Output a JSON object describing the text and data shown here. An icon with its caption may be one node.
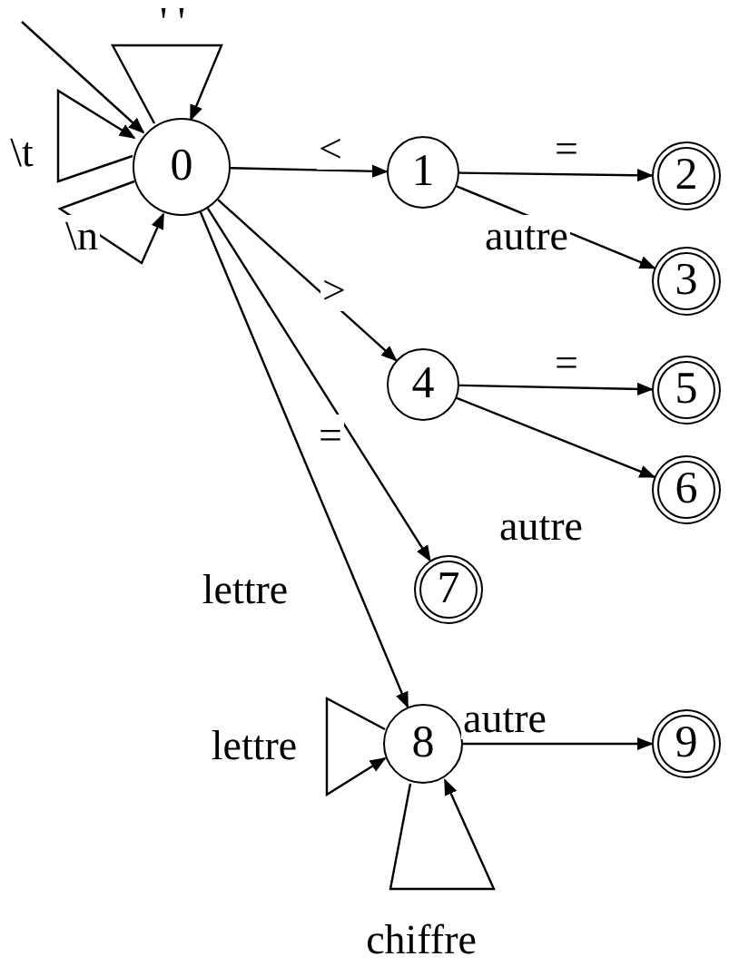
{
  "diagram": {
    "nodes": [
      {
        "text": [
          "0"
        ]
      },
      {
        "text": [
          "1"
        ]
      },
      {
        "text": [
          "2"
        ]
      },
      {
        "text": [
          "3"
        ]
      },
      {
        "text": [
          "4"
        ]
      },
      {
        "text": [
          "5"
        ]
      },
      {
        "text": [
          "6"
        ]
      },
      {
        "text": [
          "7"
        ]
      },
      {
        "text": [
          "8"
        ]
      },
      {
        "text": [
          "9"
        ]
      }
    ],
    "edges": [
      {
        "from": null,
        "to": 0,
        "arrow": "to"
      },
      {
        "from": 0,
        "to": 0,
        "label": "' '",
        "arrow": "to"
      },
      {
        "from": 0,
        "to": 0,
        "label": "\\t",
        "arrow": "to"
      },
      {
        "from": 0,
        "to": 0,
        "label": "\\n",
        "arrow": "to"
      },
      {
        "from": 0,
        "to": 1,
        "label": "<",
        "arrow": "to"
      },
      {
        "from": 1,
        "to": 2,
        "label": "=",
        "arrow": "to"
      },
      {
        "from": 1,
        "to": 3,
        "label": "autre",
        "arrow": "to"
      },
      {
        "from": 0,
        "to": 4,
        "label": ">",
        "arrow": "to"
      },
      {
        "from": 4,
        "to": 5,
        "label": "=",
        "arrow": "to"
      },
      {
        "from": 4,
        "to": 6,
        "label": "autre",
        "arrow": "to"
      },
      {
        "from": 0,
        "to": 7,
        "label": "=",
        "arrow": "to"
      },
      {
        "from": 0,
        "to": 8,
        "label": "lettre",
        "arrow": "to"
      },
      {
        "from": 8,
        "to": 8,
        "label": "lettre",
        "arrow": "to"
      },
      {
        "from": 8,
        "to": 8,
        "label": "chiffre",
        "arrow": "to"
      },
      {
        "from": 8,
        "to": 9,
        "label": "autre",
        "arrow": "to"
      }
    ]
  }
}
